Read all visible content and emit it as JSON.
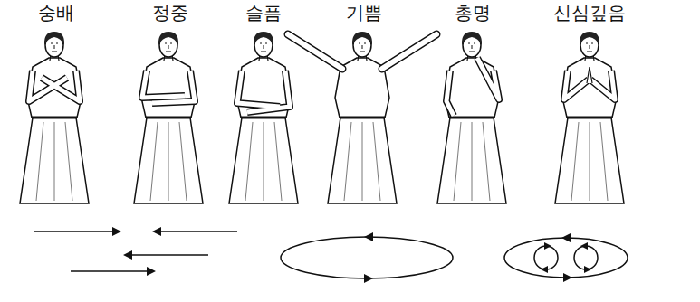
{
  "diagram": {
    "labels": [
      "숭배",
      "정중",
      "슬픔",
      "기쁨",
      "총명",
      "신심깊음"
    ]
  }
}
